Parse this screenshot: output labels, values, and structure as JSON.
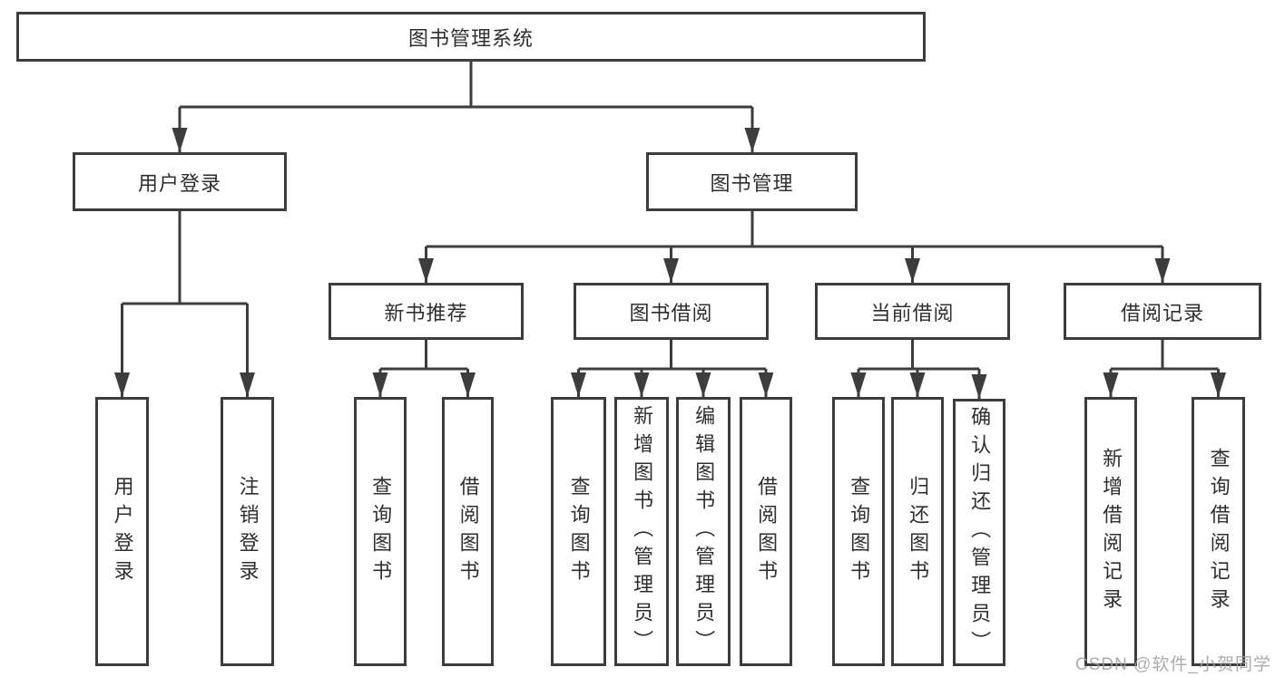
{
  "diagram": {
    "tree": {
      "label": "图书管理系统",
      "children": [
        {
          "label": "用户登录",
          "children": [
            {
              "label": "用户登录"
            },
            {
              "label": "注销登录"
            }
          ]
        },
        {
          "label": "图书管理",
          "children": [
            {
              "label": "新书推荐",
              "children": [
                {
                  "label": "查询图书"
                },
                {
                  "label": "借阅图书"
                }
              ]
            },
            {
              "label": "图书借阅",
              "children": [
                {
                  "label": "查询图书"
                },
                {
                  "label": "新增图书（管理员）"
                },
                {
                  "label": "编辑图书（管理员）"
                },
                {
                  "label": "借阅图书"
                }
              ]
            },
            {
              "label": "当前借阅",
              "children": [
                {
                  "label": "查询图书"
                },
                {
                  "label": "归还图书"
                },
                {
                  "label": "确认归还（管理员）"
                }
              ]
            },
            {
              "label": "借阅记录",
              "children": [
                {
                  "label": "新增借阅记录"
                },
                {
                  "label": "查询借阅记录"
                }
              ]
            }
          ]
        }
      ]
    },
    "watermark": {
      "text": "CSDN @软件_小贺同学"
    },
    "colors": {
      "line": "#3d3d3d",
      "text": "#2f2f2f",
      "watermark": "#9e9e9e",
      "background": "#ffffff"
    }
  }
}
